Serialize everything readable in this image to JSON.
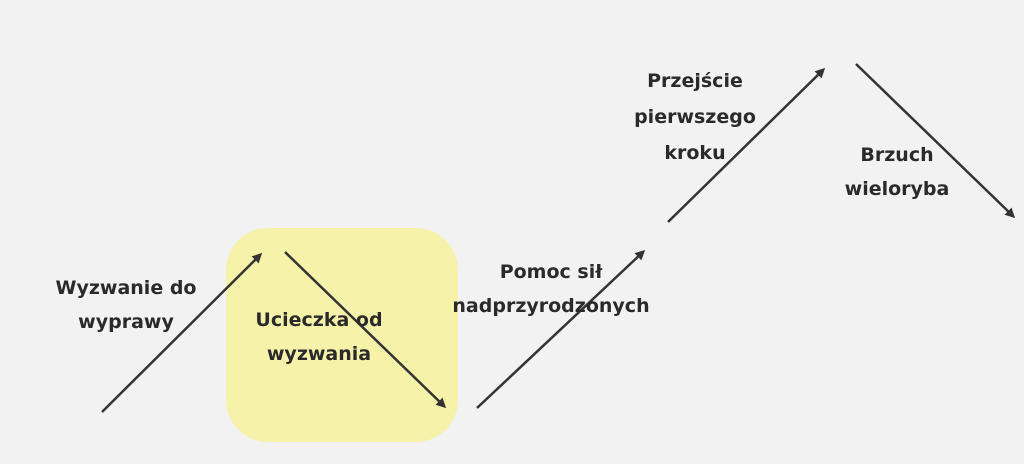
{
  "colors": {
    "background": "#f2f2f2",
    "highlight": "#f7f2a9",
    "arrow": "#333333",
    "text": "#2a2a2a"
  },
  "stages": [
    {
      "lines": [
        "Wyzwanie do",
        "wyprawy"
      ]
    },
    {
      "lines": [
        "Ucieczka od",
        "wyzwania"
      ],
      "highlighted": true
    },
    {
      "lines": [
        "Pomoc sił",
        "nadprzyrodzonych"
      ]
    },
    {
      "lines": [
        "Przejście",
        "pierwszego",
        "kroku"
      ]
    },
    {
      "lines": [
        "Brzuch",
        "wieloryba"
      ]
    }
  ]
}
